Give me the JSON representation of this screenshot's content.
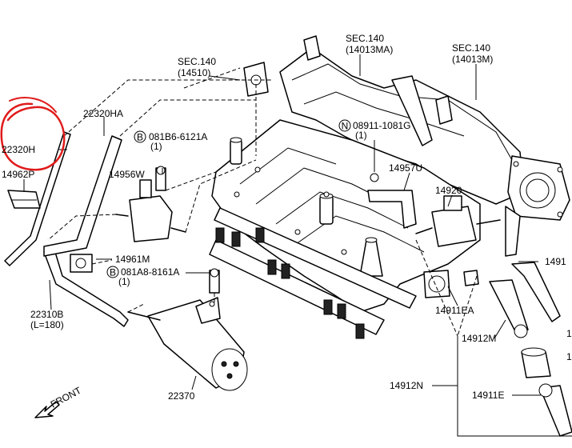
{
  "labels": {
    "sec140_a": "SEC.140",
    "sec140_a_ref": "(14013MA)",
    "sec140_b": "SEC.140",
    "sec140_b_ref": "(14013M)",
    "sec140_c": "SEC.140",
    "sec140_c_ref": "(14510)",
    "p22320HA": "22320HA",
    "p22320H": "22320H",
    "p14962P": "14962P",
    "p14956W": "14956W",
    "bolt_b_top": "081B6-6121A",
    "bolt_b_top_qty": "(1)",
    "nut_n": "08911-1081G",
    "nut_n_qty": "(1)",
    "p14957U": "14957U",
    "p14920": "14920",
    "p14961M": "14961M",
    "bolt_b_low": "081A8-8161A",
    "bolt_b_low_qty": "(1)",
    "p22310B": "22310B",
    "p22310B_len": "(L=180)",
    "p14911EA": "14911EA",
    "p14912M": "14912M",
    "p14912N": "14912N",
    "p14911E": "14911E",
    "p1491_cut": "1491",
    "p1_cut_a": "1",
    "p1_cut_b": "1",
    "p22370": "22370",
    "front": "FRONT",
    "b_symbol": "B",
    "n_symbol": "N"
  },
  "highlight": {
    "color": "#e01b1b",
    "target": "22320H"
  },
  "colors": {
    "line": "#000000",
    "background": "#ffffff"
  }
}
